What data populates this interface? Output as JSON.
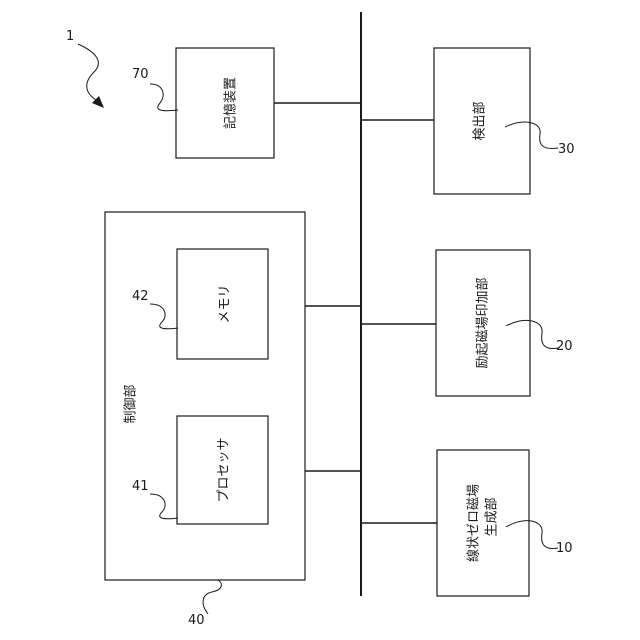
{
  "figure": {
    "ref": "1",
    "bus": {},
    "blocks": {
      "storage": {
        "label": "記憶装置",
        "ref": "70"
      },
      "detector": {
        "label": "検出部",
        "ref": "30"
      },
      "excitation": {
        "label": "励起磁場印加部",
        "ref": "20"
      },
      "zero_field_line1": {
        "label": "線状ゼロ磁場"
      },
      "zero_field_line2": {
        "label": "生成部"
      },
      "zero_field": {
        "ref": "10"
      },
      "control": {
        "label": "制御部",
        "ref": "40"
      },
      "memory": {
        "label": "メモリ",
        "ref": "42"
      },
      "processor": {
        "label": "プロセッサ",
        "ref": "41"
      }
    }
  }
}
